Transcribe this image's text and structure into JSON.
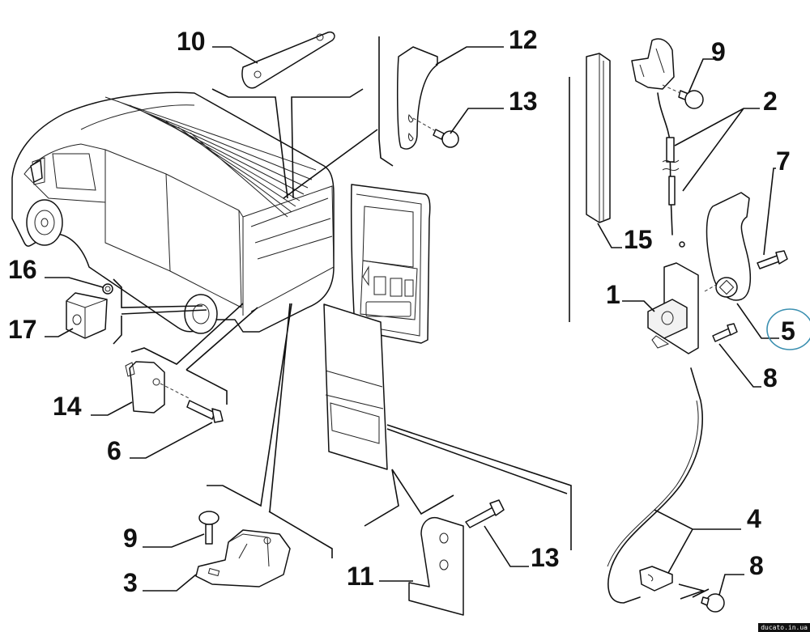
{
  "diagram": {
    "title": "Rear door lock assembly - exploded parts view",
    "callouts": [
      {
        "id": "c10",
        "label": "10"
      },
      {
        "id": "c12",
        "label": "12"
      },
      {
        "id": "c13a",
        "label": "13"
      },
      {
        "id": "c9a",
        "label": "9"
      },
      {
        "id": "c2",
        "label": "2"
      },
      {
        "id": "c7",
        "label": "7"
      },
      {
        "id": "c15",
        "label": "15"
      },
      {
        "id": "c16",
        "label": "16"
      },
      {
        "id": "c17",
        "label": "17"
      },
      {
        "id": "c1",
        "label": "1"
      },
      {
        "id": "c5",
        "label": "5"
      },
      {
        "id": "c8a",
        "label": "8"
      },
      {
        "id": "c14",
        "label": "14"
      },
      {
        "id": "c6",
        "label": "6"
      },
      {
        "id": "c4",
        "label": "4"
      },
      {
        "id": "c9b",
        "label": "9"
      },
      {
        "id": "c13b",
        "label": "13"
      },
      {
        "id": "c8b",
        "label": "8"
      },
      {
        "id": "c3",
        "label": "3"
      },
      {
        "id": "c11",
        "label": "11"
      }
    ],
    "highlighted_callout": "5",
    "highlight_color": "#3a8fb0",
    "watermark": "ducato.in.ua"
  }
}
